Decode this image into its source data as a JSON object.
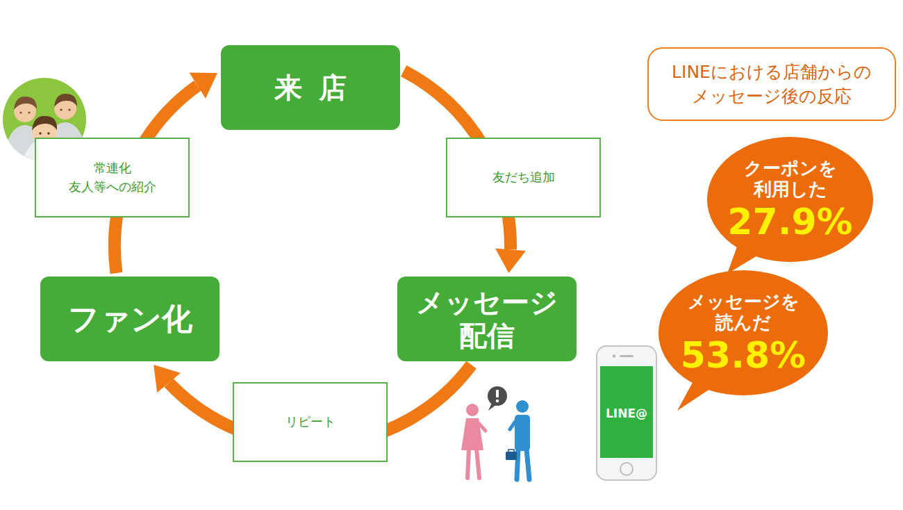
{
  "diagram": {
    "nodes": [
      {
        "text": [
          "来店"
        ]
      },
      {
        "text": [
          "メッセージ 配信"
        ]
      },
      {
        "text": [
          "ファン化"
        ]
      },
      {
        "text": [
          "LINEにおける店舗からの メッセージ後の反応"
        ]
      },
      {
        "text": [
          "クーポンを 利用した",
          "27.9%"
        ]
      },
      {
        "text": [
          "メッセージを 読んだ",
          "53.8%"
        ]
      },
      {
        "text": [
          "LINE@"
        ]
      }
    ],
    "edges": [
      {
        "from": 0,
        "to": 1,
        "arrow": "to",
        "label": "友だち追加"
      },
      {
        "from": 1,
        "to": 2,
        "arrow": "to",
        "label": "リピート"
      },
      {
        "from": 2,
        "to": 0,
        "arrow": "to",
        "label": "常連化 友人等への紹介"
      }
    ]
  }
}
